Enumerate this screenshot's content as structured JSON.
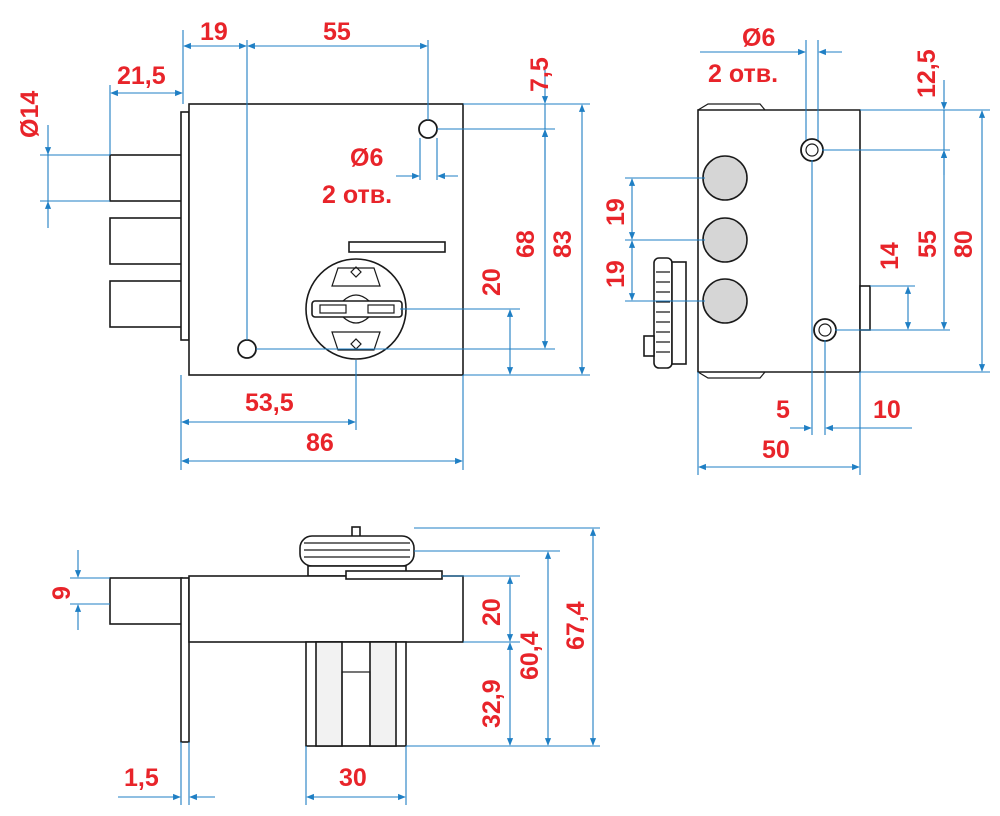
{
  "colors": {
    "dimension_text": "#e8242a",
    "dimension_line": "#1f7fc4",
    "outline": "#1a1a1a"
  },
  "front_view": {
    "dim_19": "19",
    "dim_55": "55",
    "dim_7_5": "7,5",
    "dim_21_5": "21,5",
    "dim_dia14": "Ø14",
    "dim_dia6": "Ø6",
    "dim_2holes": "2 отв.",
    "dim_68": "68",
    "dim_83": "83",
    "dim_20": "20",
    "dim_53_5": "53,5",
    "dim_86": "86"
  },
  "side_view": {
    "dim_dia6": "Ø6",
    "dim_2holes": "2 отв.",
    "dim_12_5": "12,5",
    "dim_19_a": "19",
    "dim_19_b": "19",
    "dim_14": "14",
    "dim_55": "55",
    "dim_80": "80",
    "dim_5": "5",
    "dim_10": "10",
    "dim_50": "50"
  },
  "top_view": {
    "dim_9": "9",
    "dim_20": "20",
    "dim_60_4": "60,4",
    "dim_67_4": "67,4",
    "dim_32_9": "32,9",
    "dim_1_5": "1,5",
    "dim_30": "30"
  }
}
